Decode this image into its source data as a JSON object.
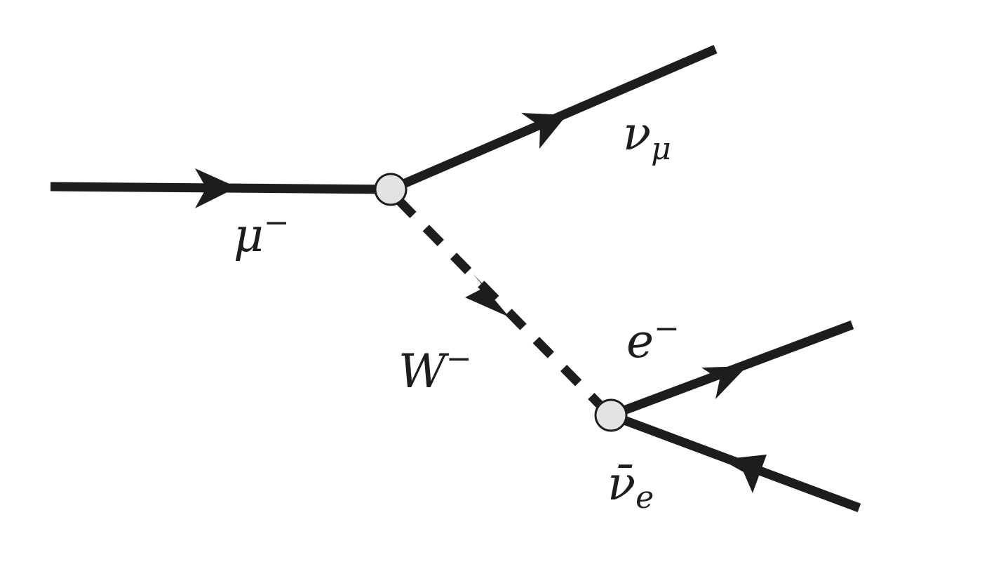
{
  "colors": {
    "line": "#1d1d1d",
    "vertex_fill": "#e3e3e3",
    "background": "#ffffff"
  },
  "particles": {
    "muon": {
      "symbol": "μ",
      "superscript": "−"
    },
    "muon_neutrino": {
      "symbol": "ν",
      "subscript": "μ"
    },
    "w_boson": {
      "symbol": "W",
      "superscript": "−"
    },
    "electron": {
      "symbol": "e",
      "superscript": "−"
    },
    "electron_antineutrino": {
      "symbol": "ν̄",
      "subscript": "e"
    }
  }
}
